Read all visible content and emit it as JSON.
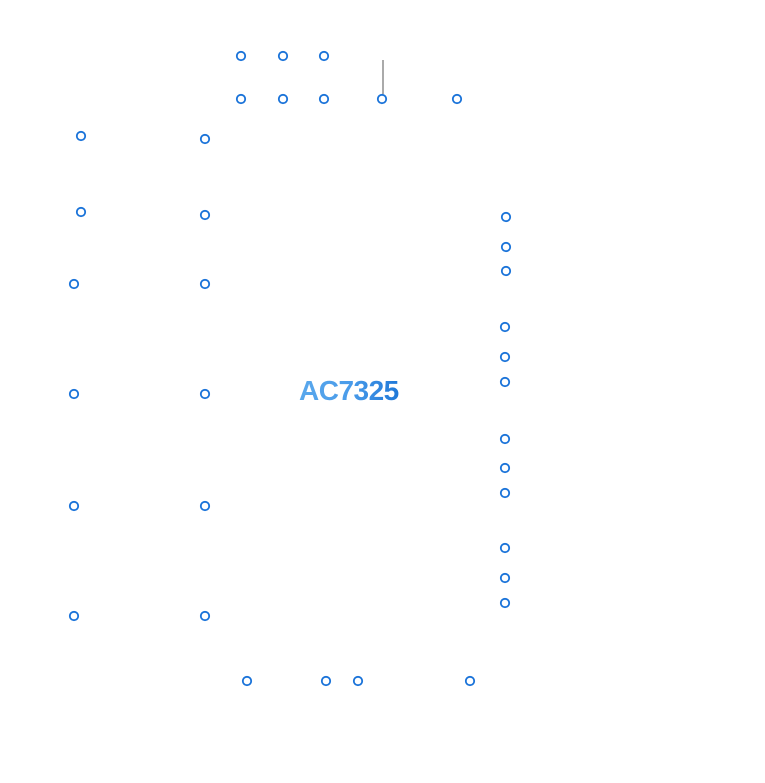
{
  "chip": {
    "label": "AC7325"
  },
  "colors": {
    "pin_stroke": "#1a73d9",
    "pin_fill": "#ffffff",
    "lead_line": "#555555",
    "label_start": "#5aa8ec",
    "label_end": "#1f78d8"
  },
  "pins": {
    "top_group_count": 8,
    "left_group_count": 12,
    "right_group_count": 12,
    "bottom_group_count": 4
  }
}
